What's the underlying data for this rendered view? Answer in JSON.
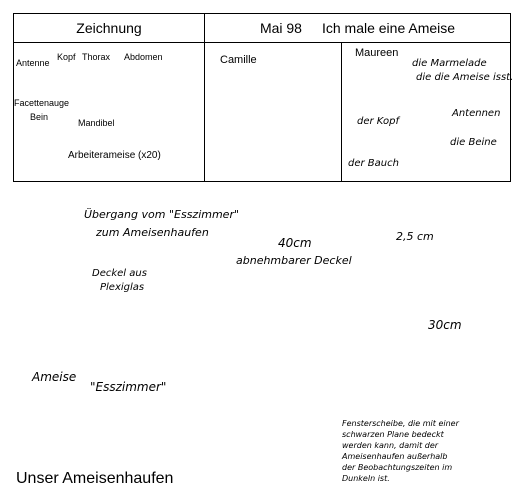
{
  "header": {
    "col1_title": "Zeichnung",
    "col2_date": "Mai 98",
    "col2_title": "Ich male eine Ameise"
  },
  "drawing": {
    "labels": {
      "antenne": "Antenne",
      "kopf": "Kopf",
      "thorax": "Thorax",
      "abdomen": "Abdomen",
      "facettenauge": "Facettenauge",
      "bein": "Bein",
      "mandibel": "Mandibel"
    },
    "caption": "Arbeiterameise (x20)"
  },
  "children": {
    "camille": "Camille",
    "maureen": "Maureen",
    "maureen_notes": {
      "marmelade_1": "die Marmelade",
      "marmelade_2": "die die Ameise isst.",
      "kopf": "der Kopf",
      "antennen": "Antennen",
      "beine": "die Beine",
      "bauch": "der Bauch"
    }
  },
  "sketch": {
    "uebergang_1": "Übergang vom \"Esszimmer\"",
    "uebergang_2": "zum Ameisenhaufen",
    "width": "40cm",
    "depth": "2,5 cm",
    "lid": "abnehmbarer Deckel",
    "plexi_1": "Deckel aus",
    "plexi_2": "Plexiglas",
    "height": "30cm",
    "ameise": "Ameise",
    "esszimmer": "\"Esszimmer\"",
    "note": [
      "Fensterscheibe, die mit einer",
      "schwarzen Plane bedeckt",
      "werden kann, damit der",
      "Ameisenhaufen außerhalb",
      "der Beobachtungszeiten im",
      "Dunkeln ist."
    ]
  },
  "footer_title": "Unser Ameisenhaufen"
}
